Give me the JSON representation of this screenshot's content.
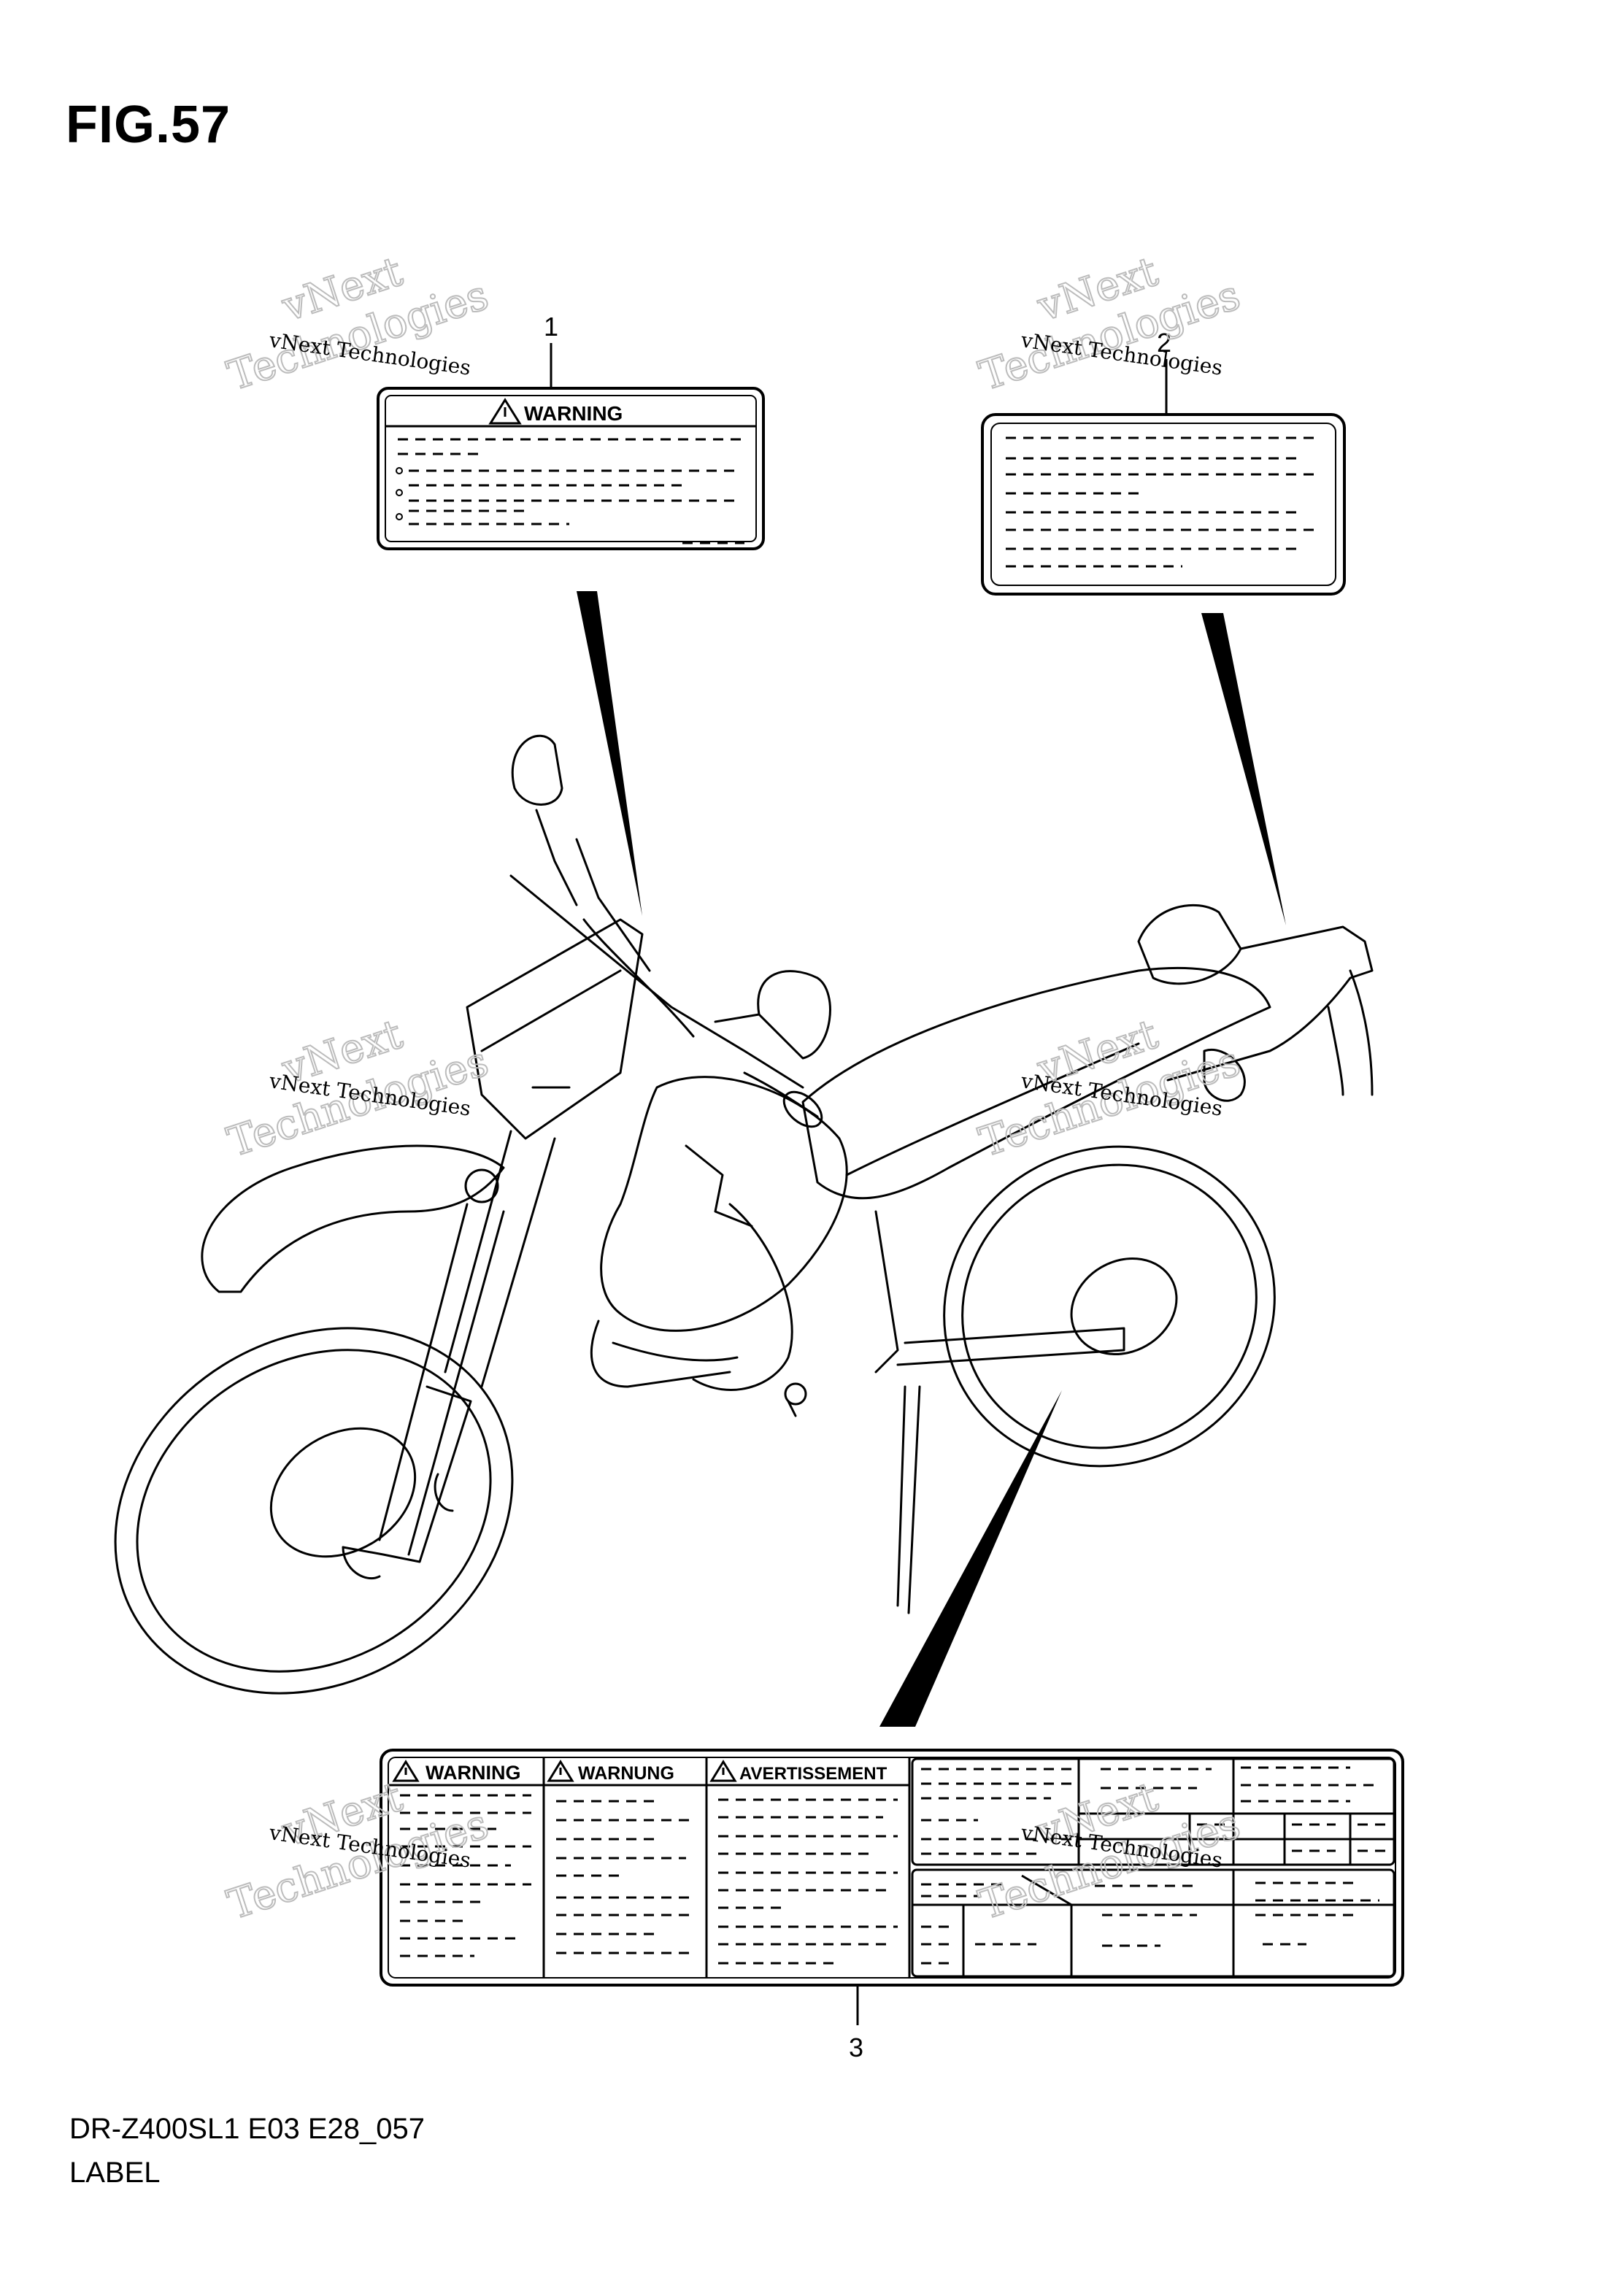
{
  "figure": {
    "title": "FIG.57"
  },
  "callouts": {
    "c1": "1",
    "c2": "2",
    "c3": "3"
  },
  "labels": {
    "label1_header": "WARNING",
    "label3_col1": "WARNING",
    "label3_col2": "WARNUNG",
    "label3_col3": "AVERTISSEMENT"
  },
  "watermark": {
    "line1": "vNext Technologies",
    "line2": "vNext",
    "line3": "Technologies"
  },
  "footer": {
    "model_code": "DR-Z400SL1 E03 E28_057",
    "section": "LABEL"
  }
}
